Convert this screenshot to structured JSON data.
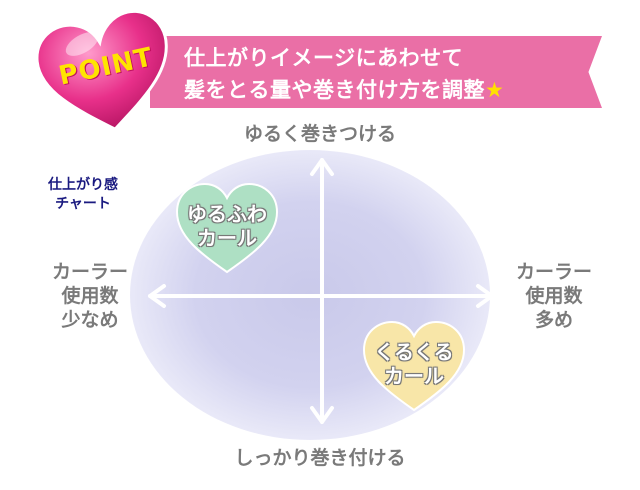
{
  "header": {
    "badge": "POINT",
    "line1": "仕上がりイメージにあわせて",
    "line2": "髪をとる量や巻き付け方を調整",
    "star": "★"
  },
  "chart": {
    "title_line1": "仕上がり感",
    "title_line2": "チャート",
    "top": "ゆるく巻きつける",
    "bottom": "しっかり巻き付ける",
    "left": [
      "カーラー",
      "使用数",
      "少なめ"
    ],
    "right": [
      "カーラー",
      "使用数",
      "多め"
    ],
    "quadrants": [
      {
        "line1": "ゆるふわ",
        "line2": "カール",
        "color": "#aee0c4"
      },
      {
        "line1": "くるくる",
        "line2": "カール",
        "color": "#f8e6a8"
      }
    ]
  },
  "colors": {
    "banner": "#ea6fa6",
    "badge_text": "#ffe400",
    "axis": "#ffffff",
    "label": "#7a7a7a"
  }
}
